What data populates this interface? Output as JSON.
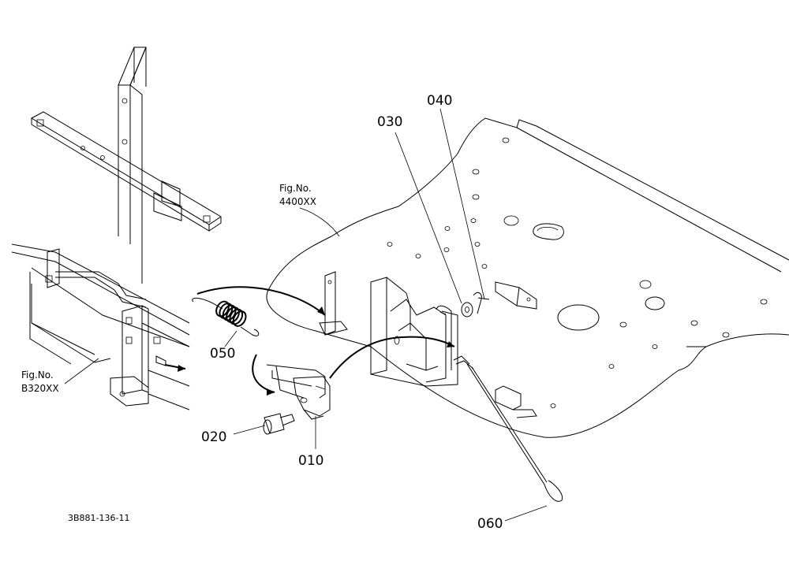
{
  "parts": {
    "p010": "010",
    "p020": "020",
    "p030": "030",
    "p040": "040",
    "p050": "050",
    "p060": "060"
  },
  "references": {
    "fig_top_line1": "Fig.No.",
    "fig_top_line2": "4400XX",
    "fig_left_line1": "Fig.No.",
    "fig_left_line2": "B320XX"
  },
  "drawing_code": "3B881-136-11"
}
